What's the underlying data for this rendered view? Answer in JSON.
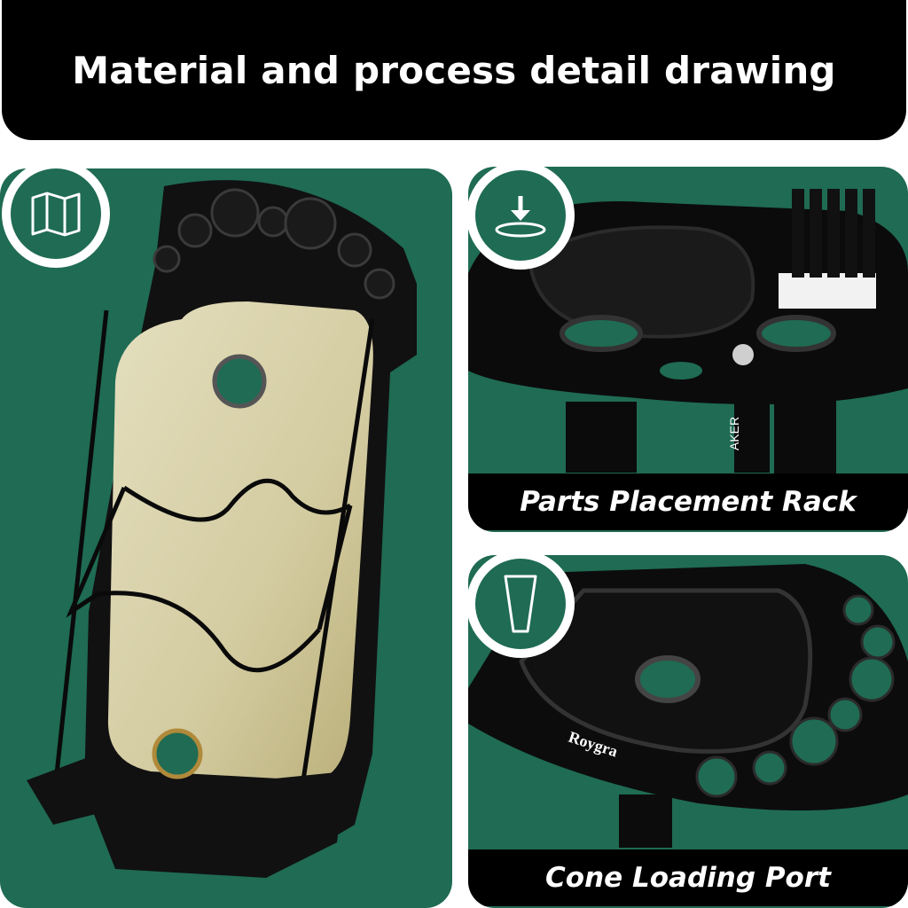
{
  "title": "Material and process detail drawing",
  "panels": {
    "left": {
      "icon": "folded-map-icon",
      "illustration": "cone-holder-stand"
    },
    "right_top": {
      "icon": "download-arrow-icon",
      "caption": "Parts Placement Rack",
      "partial_label": "AKER"
    },
    "right_bottom": {
      "icon": "cone-cup-icon",
      "caption": "Cone Loading Port",
      "brand": "Roygra"
    }
  },
  "colors": {
    "panel_green": "#1f6b53",
    "bar_black": "#000000",
    "text_white": "#ffffff",
    "plate_gold": "#d6cfa8"
  }
}
